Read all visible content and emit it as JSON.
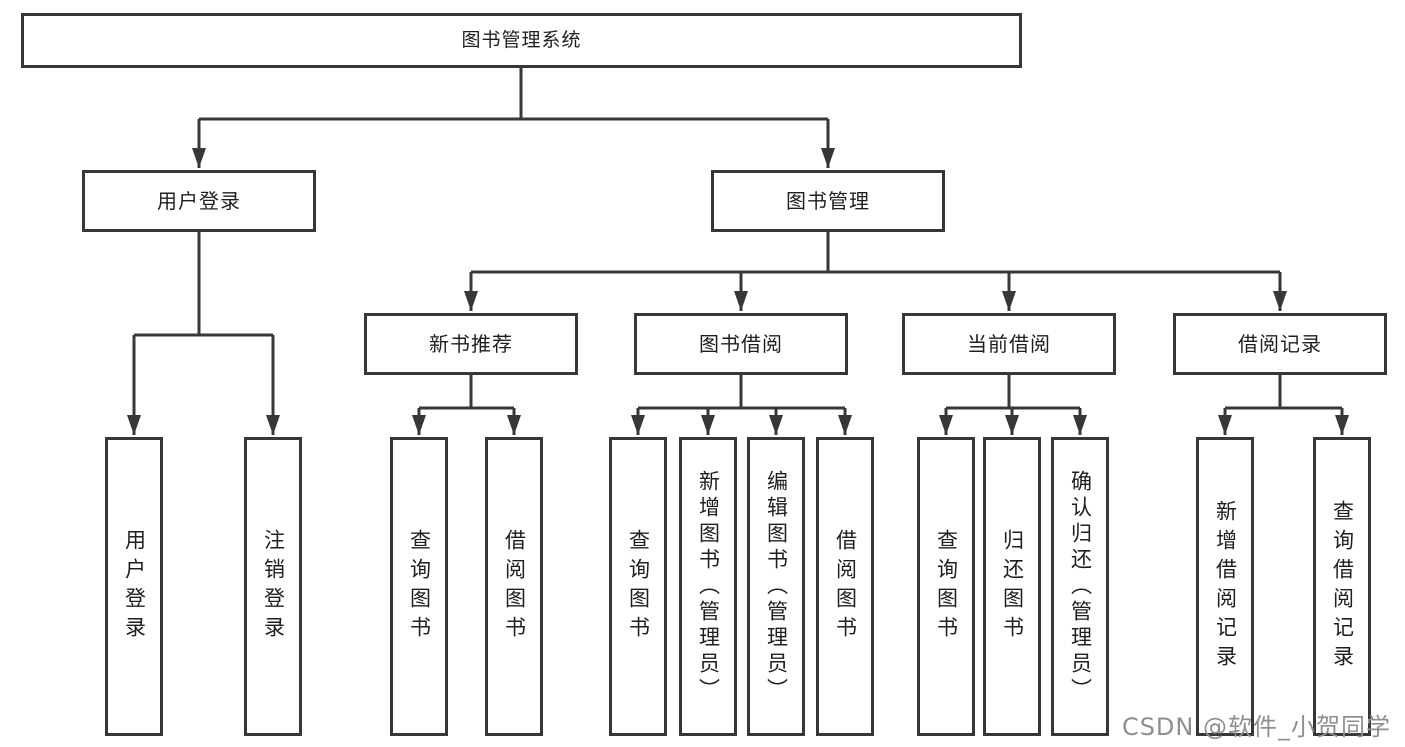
{
  "tree": {
    "root": {
      "label": "图书管理系统",
      "children": [
        {
          "label": "用户登录",
          "children": [
            {
              "label": "用户登录"
            },
            {
              "label": "注销登录"
            }
          ]
        },
        {
          "label": "图书管理",
          "children": [
            {
              "label": "新书推荐",
              "children": [
                {
                  "label": "查询图书"
                },
                {
                  "label": "借阅图书"
                }
              ]
            },
            {
              "label": "图书借阅",
              "children": [
                {
                  "label": "查询图书"
                },
                {
                  "label": "新增图书（管理员）"
                },
                {
                  "label": "编辑图书（管理员）"
                },
                {
                  "label": "借阅图书"
                }
              ]
            },
            {
              "label": "当前借阅",
              "children": [
                {
                  "label": "查询图书"
                },
                {
                  "label": "归还图书"
                },
                {
                  "label": "确认归还（管理员）"
                }
              ]
            },
            {
              "label": "借阅记录",
              "children": [
                {
                  "label": "新增借阅记录"
                },
                {
                  "label": "查询借阅记录"
                }
              ]
            }
          ]
        }
      ]
    }
  },
  "watermark": "CSDN @软件_小贺同学"
}
